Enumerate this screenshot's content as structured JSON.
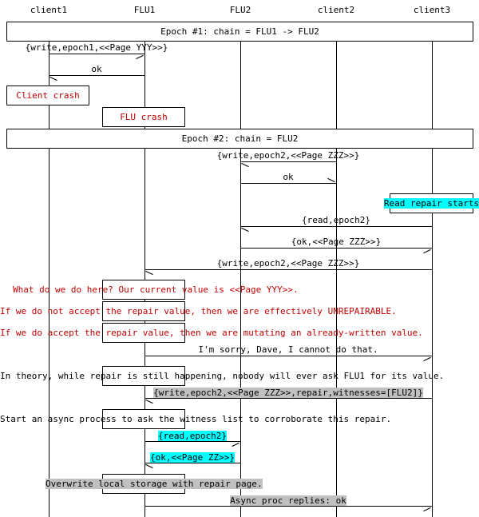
{
  "actors": [
    "client1",
    "FLU1",
    "FLU2",
    "client2",
    "client3"
  ],
  "sections": {
    "epoch1": "Epoch #1: chain = FLU1 -> FLU2",
    "epoch2": "Epoch #2: chain = FLU2"
  },
  "events": {
    "client_crash": "Client crash",
    "flu_crash": "FLU crash",
    "read_repair": "Read repair starts"
  },
  "messages": {
    "m1": "{write,epoch1,<<Page YYY>>}",
    "m2": "ok",
    "m3": "{write,epoch2,<<Page ZZZ>>}",
    "m4": "ok",
    "m5": "{read,epoch2}",
    "m6": "{ok,<<Page ZZZ>>}",
    "m7": "{write,epoch2,<<Page ZZZ>>}",
    "m8": "I'm sorry, Dave, I cannot do that.",
    "m9": "{write,epoch2,<<Page ZZZ>>,repair,witnesses=[FLU2]}",
    "m10": "{read,epoch2}",
    "m11": "{ok,<<Page ZZ>>}",
    "m12": "Async proc replies: ok"
  },
  "notes": {
    "n1": "What do we do here?  Our current value is <<Page YYY>>.",
    "n2": "If we do not accept the repair value, then we are effectively UNREPAIRABLE.",
    "n3": "If we do accept the repair value, then we are mutating an already-written value.",
    "n4": "In theory, while repair is still happening, nobody will ever ask FLU1 for its value.",
    "n5": "Start an async process to ask the witness list to corroborate this repair.",
    "n6": "Overwrite local storage with repair page."
  }
}
